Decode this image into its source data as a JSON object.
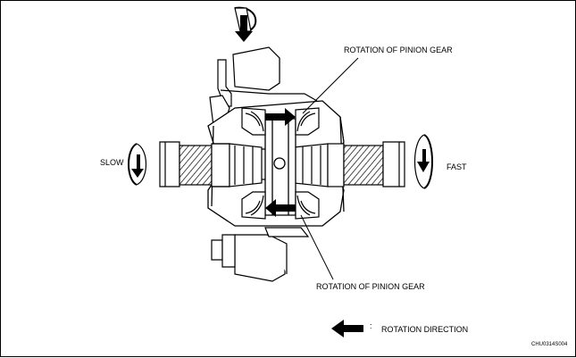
{
  "labels": {
    "pinion_top": "ROTATION OF PINION GEAR",
    "pinion_bottom": "ROTATION OF PINION GEAR",
    "slow": "SLOW",
    "fast": "FAST",
    "legend_separator": ":",
    "legend_text": "ROTATION DIRECTION",
    "figure_code": "CHU0314S004"
  },
  "icons": {
    "legend_arrow": "left-arrow-icon",
    "rotation_arrows": "curved-rotation-arrow-icon"
  },
  "colors": {
    "line": "#000000",
    "background": "#ffffff"
  }
}
